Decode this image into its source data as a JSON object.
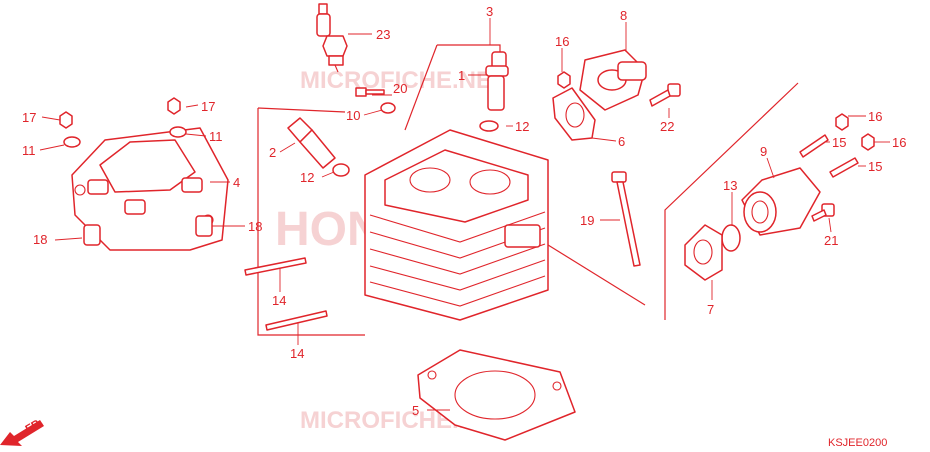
{
  "diagram": {
    "code": "KSJEE0200",
    "front_marker": "FR.",
    "accent_color": "#e0252b",
    "watermarks": [
      "MICROFICHE.NET",
      "HONDA",
      "MICROFICHE.NET"
    ]
  },
  "callouts": {
    "c1": "1",
    "c2": "2",
    "c3": "3",
    "c4": "4",
    "c5": "5",
    "c6": "6",
    "c7": "7",
    "c8": "8",
    "c9": "9",
    "c10": "10",
    "c11a": "11",
    "c11b": "11",
    "c12a": "12",
    "c12b": "12",
    "c13": "13",
    "c14a": "14",
    "c14b": "14",
    "c15a": "15",
    "c15b": "15",
    "c16a": "16",
    "c16b": "16",
    "c16c": "16",
    "c17a": "17",
    "c17b": "17",
    "c18a": "18",
    "c18b": "18",
    "c19": "19",
    "c20": "20",
    "c21": "21",
    "c22": "22",
    "c23": "23"
  }
}
